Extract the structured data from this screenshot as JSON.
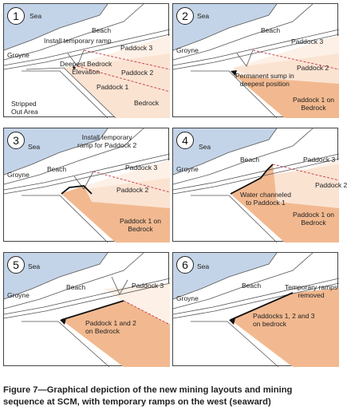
{
  "panels": [
    {
      "number": "1",
      "labels": {
        "sea": "Sea",
        "beach": "Beach",
        "groyne": "Groyne",
        "ramp": "Install temporary ramp",
        "deepest": [
          "Deepest Bedrock",
          "Elevation"
        ],
        "paddock3": "Paddock 3",
        "paddock2": "Paddock 2",
        "paddock1": "Paddock 1",
        "bedrock": "Bedrock",
        "stripped": [
          "Stripped",
          "Out Area"
        ]
      }
    },
    {
      "number": "2",
      "labels": {
        "sea": "Sea",
        "beach": "Beach",
        "groyne": "Groyne",
        "paddock3": "Paddock 3",
        "paddock2": "Paddock 2",
        "sump": [
          "Permanent sump in",
          "deepest position"
        ],
        "paddock1": [
          "Paddock 1 on",
          "Bedrock"
        ]
      }
    },
    {
      "number": "3",
      "labels": {
        "sea": "Sea",
        "ramp": [
          "Install temporary",
          "ramp for Paddock 2"
        ],
        "beach": "Beach",
        "groyne": "Groyne",
        "paddock3": "Paddock 3",
        "paddock2": "Paddock 2",
        "paddock1": [
          "Paddock 1 on",
          "Bedrock"
        ]
      }
    },
    {
      "number": "4",
      "labels": {
        "sea": "Sea",
        "beach": "Beach",
        "groyne": "Groyne",
        "paddock3": "Paddock 3",
        "paddock2": "Paddock 2",
        "water": [
          "Water channeled",
          "to Paddock 1"
        ],
        "paddock1": [
          "Paddock 1 on",
          "Bedrock"
        ]
      }
    },
    {
      "number": "5",
      "labels": {
        "sea": "Sea",
        "beach": "Beach",
        "groyne": "Groyne",
        "paddock3": "Paddock 3",
        "paddock12": [
          "Paddock 1 and 2",
          "on Bedrock"
        ]
      }
    },
    {
      "number": "6",
      "labels": {
        "sea": "Sea",
        "beach": "Beach",
        "groyne": "Groyne",
        "removed": [
          "Temporary ramps",
          "removed"
        ],
        "paddocks": [
          "Paddocks 1, 2 and 3",
          "on bedrock"
        ]
      }
    }
  ],
  "caption": [
    "Figure 7—Graphical depiction of the new mining layouts and mining",
    "sequence at SCM, with temporary ramps on the west (seaward)"
  ],
  "colors": {
    "sea": "#c4d4e8",
    "bedrock_excavated": "#f2b990",
    "paddock_light": "#fbe3d2",
    "paddock_lighter": "#fdf0e6",
    "outline": "#555555",
    "sump": "#111111",
    "dashed": "#c0394b"
  }
}
